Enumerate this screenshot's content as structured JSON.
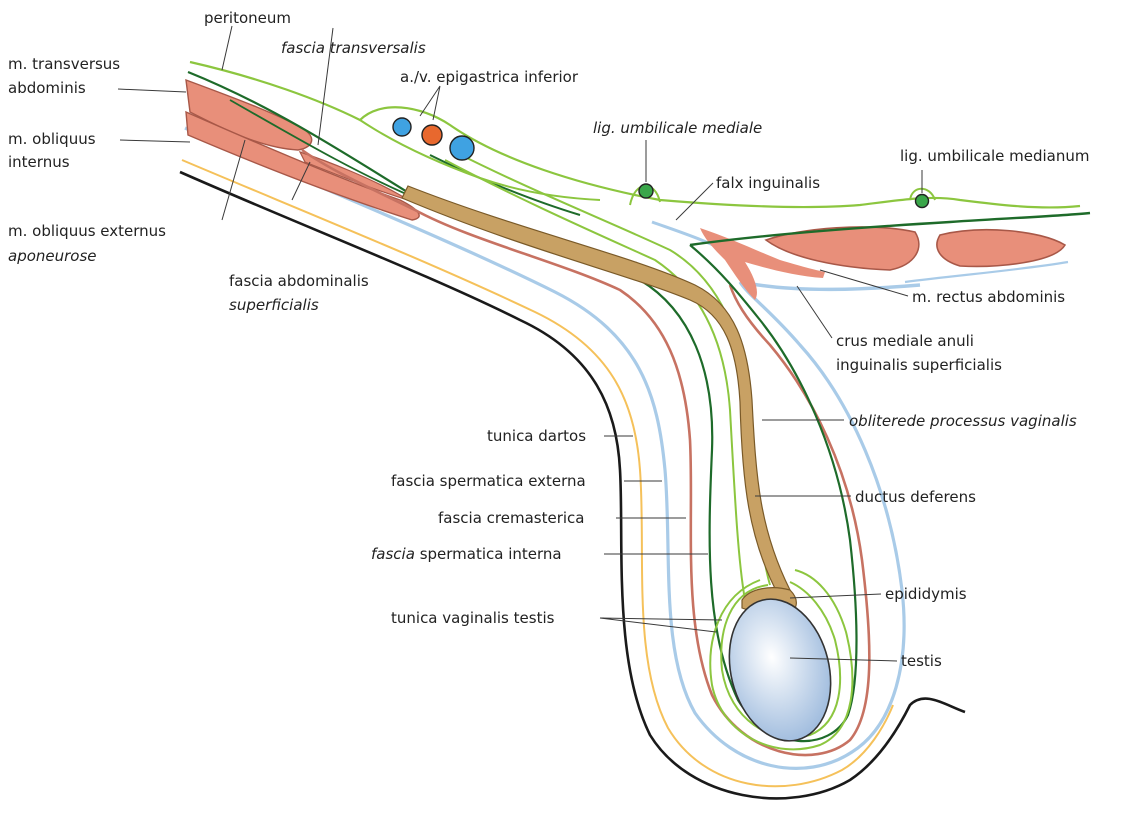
{
  "colors": {
    "peritoneum": "#8cc63f",
    "fascia_transversalis": "#1e6b2a",
    "muscle": "#e88f7a",
    "muscle_line": "#a85848",
    "cremaster": "#c77262",
    "aponeurosis": "#a9cbe8",
    "superficial_fascia": "#f5c15a",
    "skin": "#1a1a1a",
    "ductus": "#c8a164",
    "ductus_line": "#7a5a28",
    "artery": "#e8682e",
    "vein": "#3fa2e2",
    "ligament": "#3aa64a",
    "testis_light": "#ffffff",
    "testis_dark": "#9ab8dc"
  },
  "labels": {
    "peritoneum": "peritoneum",
    "fascia_transversalis": "fascia transversalis",
    "epigastric_vessels": "a./v. epigastrica inferior",
    "transversus_1": "m. transversus",
    "transversus_2": "abdominis",
    "obliquus_internus_1": "m. obliquus",
    "obliquus_internus_2": "internus",
    "lig_umbilicale_mediale": "lig. umbilicale mediale",
    "lig_umbilicale_medianum": "lig. umbilicale medianum",
    "falx_inguinalis": "falx inguinalis",
    "obliquus_externus_1": "m. obliquus externus",
    "obliquus_externus_2": "aponeurose",
    "fascia_abdominalis_1": "fascia abdominalis",
    "fascia_abdominalis_2": "superficialis",
    "rectus_abdominis": "m. rectus abdominis",
    "crus_mediale_1": "crus mediale anuli",
    "crus_mediale_2": "inguinalis superficialis",
    "processus_vaginalis": "obliterede processus vaginalis",
    "tunica_dartos": "tunica dartos",
    "ductus_deferens": "ductus deferens",
    "fascia_spermatica_externa": "fascia spermatica externa",
    "fascia_cremasterica": "fascia cremasterica",
    "fascia_spermatica_interna_1": "fascia",
    "fascia_spermatica_interna_2": "spermatica interna",
    "epididymis": "epididymis",
    "tunica_vaginalis": "tunica vaginalis testis",
    "testis": "testis"
  }
}
